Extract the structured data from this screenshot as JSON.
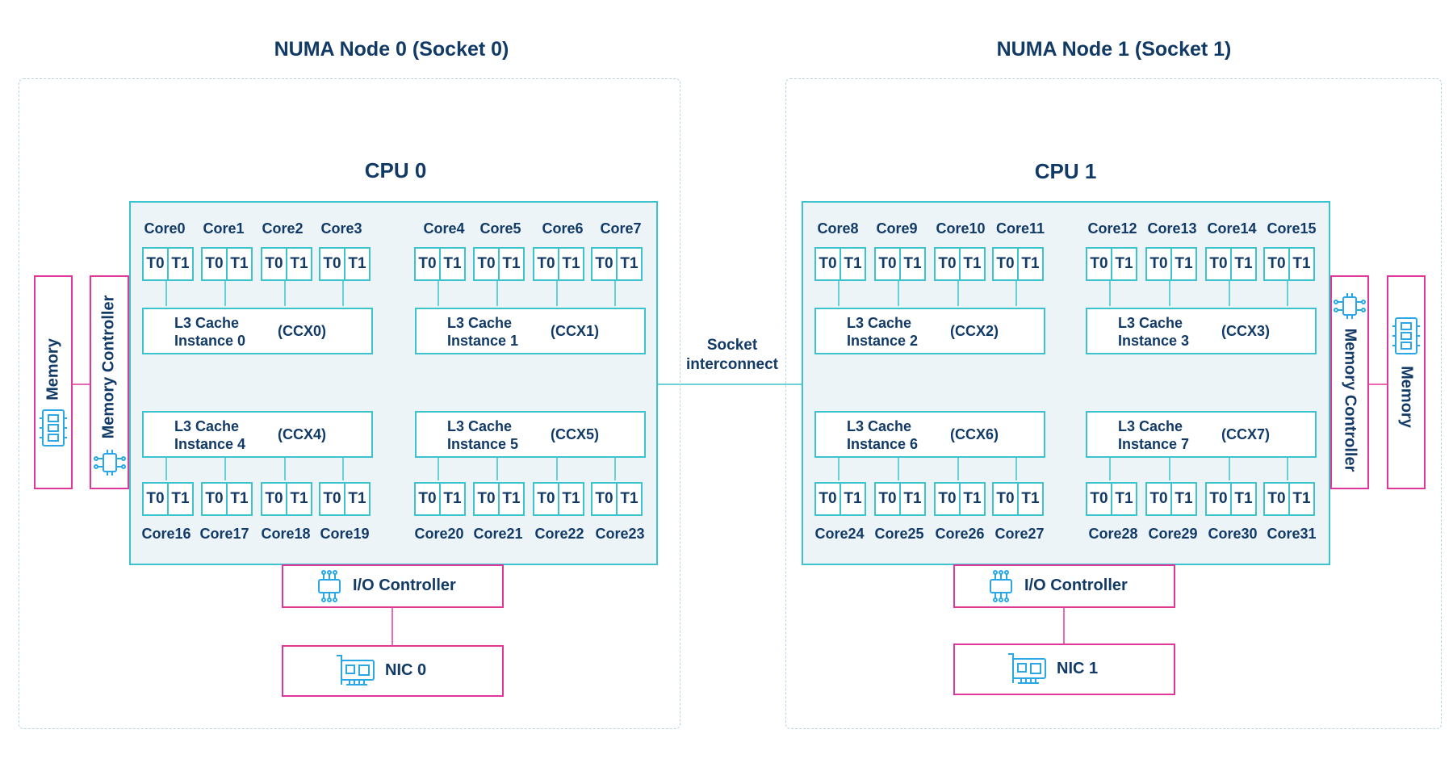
{
  "numa_nodes": [
    {
      "title": "NUMA Node 0 (Socket 0)",
      "cpu": "CPU 0",
      "top_cores": [
        "Core0",
        "Core1",
        "Core2",
        "Core3",
        "Core4",
        "Core5",
        "Core6",
        "Core7"
      ],
      "bottom_cores": [
        "Core16",
        "Core17",
        "Core18",
        "Core19",
        "Core20",
        "Core21",
        "Core22",
        "Core23"
      ],
      "l3": [
        {
          "line1": "L3 Cache",
          "line2": "Instance 0",
          "ccx": "(CCX0)"
        },
        {
          "line1": "L3 Cache",
          "line2": "Instance 1",
          "ccx": "(CCX1)"
        },
        {
          "line1": "L3 Cache",
          "line2": "Instance 4",
          "ccx": "(CCX4)"
        },
        {
          "line1": "L3 Cache",
          "line2": "Instance 5",
          "ccx": "(CCX5)"
        }
      ],
      "memory": "Memory",
      "memory_controller": "Memory Controller",
      "io_controller": "I/O Controller",
      "nic": "NIC 0"
    },
    {
      "title": "NUMA Node 1 (Socket 1)",
      "cpu": "CPU 1",
      "top_cores": [
        "Core8",
        "Core9",
        "Core10",
        "Core11",
        "Core12",
        "Core13",
        "Core14",
        "Core15"
      ],
      "bottom_cores": [
        "Core24",
        "Core25",
        "Core26",
        "Core27",
        "Core28",
        "Core29",
        "Core30",
        "Core31"
      ],
      "l3": [
        {
          "line1": "L3 Cache",
          "line2": "Instance 2",
          "ccx": "(CCX2)"
        },
        {
          "line1": "L3 Cache",
          "line2": "Instance 3",
          "ccx": "(CCX3)"
        },
        {
          "line1": "L3 Cache",
          "line2": "Instance 6",
          "ccx": "(CCX6)"
        },
        {
          "line1": "L3 Cache",
          "line2": "Instance 7",
          "ccx": "(CCX7)"
        }
      ],
      "memory": "Memory",
      "memory_controller": "Memory Controller",
      "io_controller": "I/O Controller",
      "nic": "NIC 1"
    }
  ],
  "threads": [
    "T0",
    "T1"
  ],
  "interconnect": {
    "line1": "Socket",
    "line2": "interconnect"
  },
  "colors": {
    "teal": "#3cc3cc",
    "pink": "#e0379b",
    "navy": "#123a66",
    "dashed": "#b9d6e0",
    "panel": "#edf4f8"
  },
  "icons": {
    "memory": "ram-chip-icon",
    "controller": "chip-icon",
    "nic": "network-card-icon"
  }
}
